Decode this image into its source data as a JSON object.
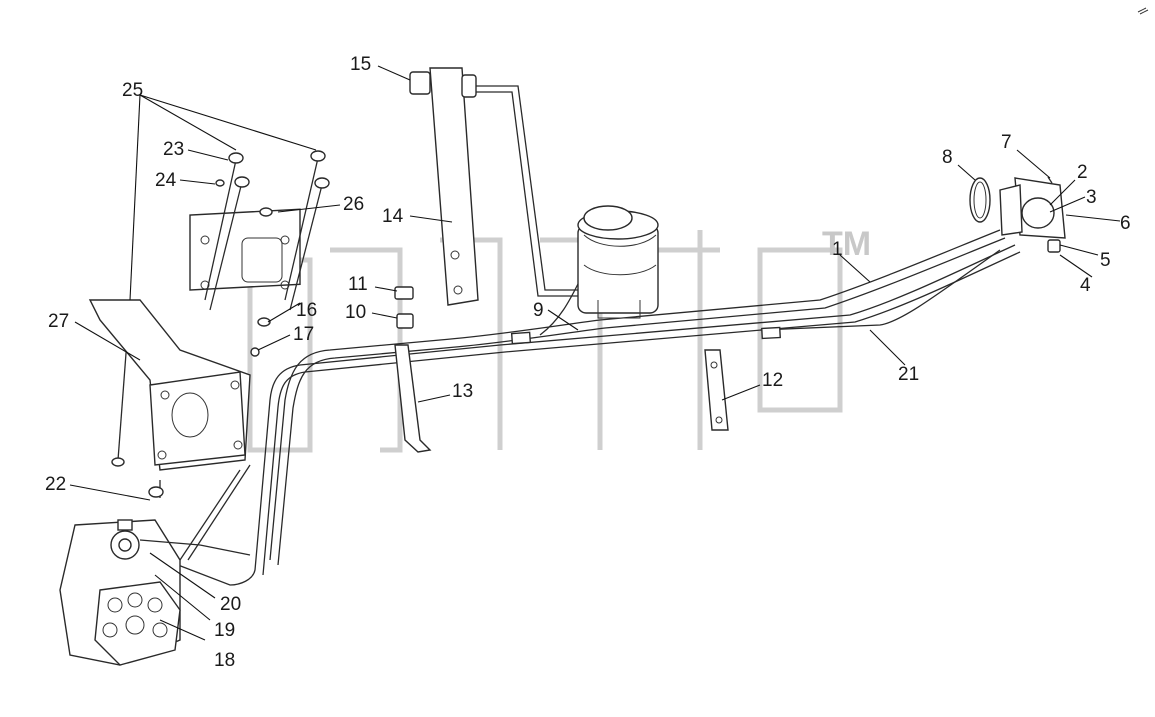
{
  "diagram": {
    "watermark": {
      "text": "gnclp",
      "mark": "TM"
    },
    "callouts": [
      {
        "id": "1",
        "label": "1"
      },
      {
        "id": "2",
        "label": "2"
      },
      {
        "id": "3",
        "label": "3"
      },
      {
        "id": "4",
        "label": "4"
      },
      {
        "id": "5",
        "label": "5"
      },
      {
        "id": "6",
        "label": "6"
      },
      {
        "id": "7",
        "label": "7"
      },
      {
        "id": "8",
        "label": "8"
      },
      {
        "id": "9",
        "label": "9"
      },
      {
        "id": "10",
        "label": "10"
      },
      {
        "id": "11",
        "label": "11"
      },
      {
        "id": "12",
        "label": "12"
      },
      {
        "id": "13",
        "label": "13"
      },
      {
        "id": "14",
        "label": "14"
      },
      {
        "id": "15",
        "label": "15"
      },
      {
        "id": "16",
        "label": "16"
      },
      {
        "id": "17",
        "label": "17"
      },
      {
        "id": "18",
        "label": "18"
      },
      {
        "id": "19",
        "label": "19"
      },
      {
        "id": "20",
        "label": "20"
      },
      {
        "id": "21",
        "label": "21"
      },
      {
        "id": "22",
        "label": "22"
      },
      {
        "id": "23",
        "label": "23"
      },
      {
        "id": "24",
        "label": "24"
      },
      {
        "id": "25",
        "label": "25"
      },
      {
        "id": "26",
        "label": "26"
      },
      {
        "id": "27",
        "label": "27"
      }
    ]
  }
}
